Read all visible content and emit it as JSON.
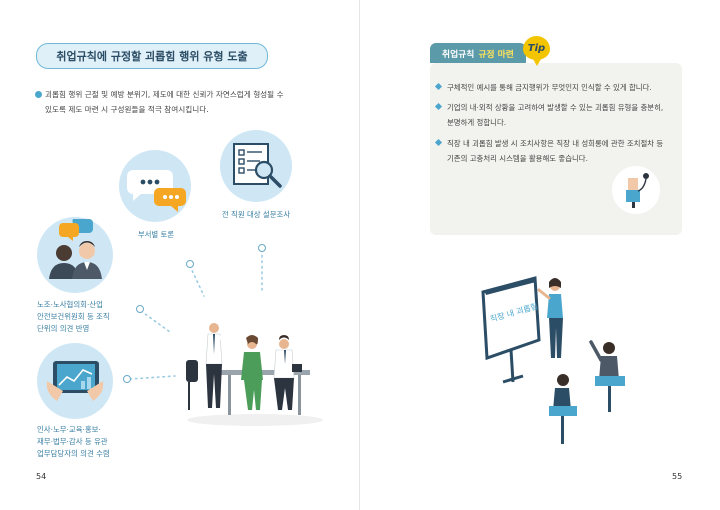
{
  "left": {
    "heading": "취업규칙에 규정할 괴롭힘 행위 유형 도출",
    "intro_line1": "괴롭힘 행위 근절 및 예방 분위기, 제도에 대한 신뢰가 자연스럽게 형성될 수",
    "intro_line2": "있도록 제도 마련 시 구성원들을 적극 참여시킵니다.",
    "labels": {
      "discussion": "부서별 토론",
      "survey": "전 직원 대상 설문조사",
      "labor_1": "노조·노사협의회·산업",
      "labor_2": "안전보건위원회 등 조직",
      "labor_3": "단위의 의견 반영",
      "depts_1": "인사·노무·교육·홍보·",
      "depts_2": "재무·법무·감사 등 유관",
      "depts_3": "업무담당자의 의견 수렴"
    },
    "page_number": "54",
    "icons": [
      "speech-bubbles-icon",
      "checklist-magnifier-icon",
      "people-chat-icon",
      "tablet-chart-icon"
    ]
  },
  "right": {
    "tip_title": "취업규칙",
    "tip_title_highlight": "규정 마련",
    "tip_badge": "Tip",
    "items": [
      {
        "line1": "구체적인 예시를 통해 금지행위가 무엇인지 인식할 수 있게 합니다."
      },
      {
        "line1": "기업의 내·외적 상황을 고려하여 발생할 수 있는 괴롭힘 유형을 충분히,",
        "line2": "분명하게 정합니다."
      },
      {
        "line1": "직장 내 괴롭힘 발생 시 조치사항은 직장 내 성희롱에 관한 조치절차 등",
        "line2": "기존의 고충처리 시스템을 활용해도 좋습니다."
      }
    ],
    "board_text": "직장 내 괴롭힘",
    "page_number": "55"
  },
  "colors": {
    "accent": "#4aa6cc",
    "circle_fill": "#cfe7f5",
    "tip_tab": "#5b9aa8",
    "tip_badge": "#f3c400",
    "label_text": "#3a7fa3"
  }
}
